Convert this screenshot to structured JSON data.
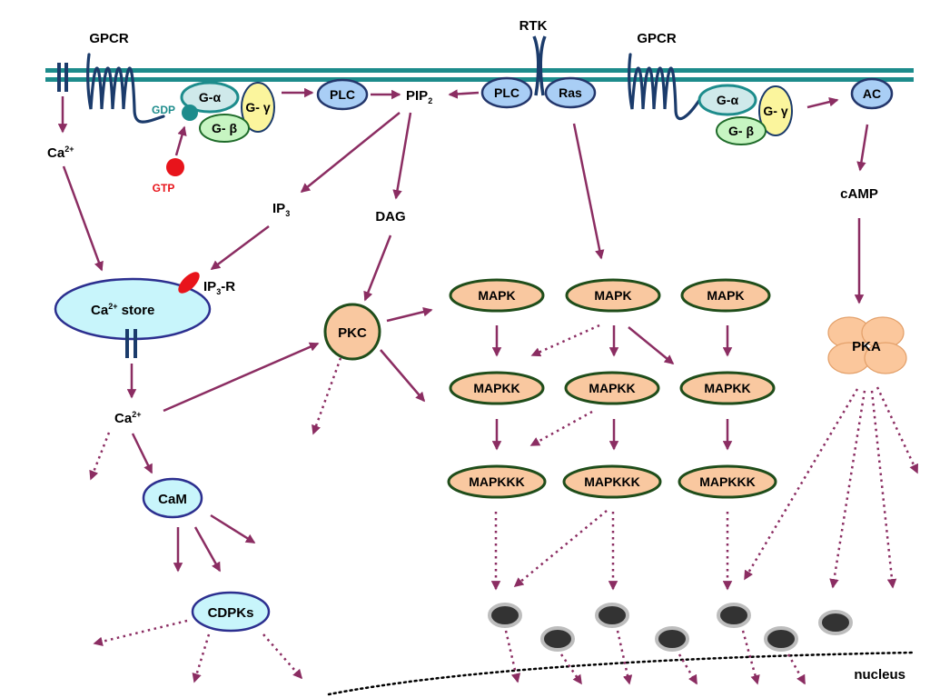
{
  "labels": {
    "gpcr_left": "GPCR",
    "gpcr_right": "GPCR",
    "rtk": "RTK",
    "gdp": "GDP",
    "gtp": "GTP",
    "g_alpha": "G-α",
    "g_beta": "G- β",
    "g_gamma": "G- γ",
    "plc": "PLC",
    "ras": "Ras",
    "ac": "AC",
    "pip2_base": "PIP",
    "pip2_sub": "2",
    "ca_base": "Ca",
    "ca_sup": "2+",
    "ip3_base": "IP",
    "ip3_sub": "3",
    "ip3r_suffix": "-R",
    "dag": "DAG",
    "store_suffix": " store",
    "camp": "cAMP",
    "pkc": "PKC",
    "pka": "PKA",
    "cam": "CaM",
    "cdpks": "CDPKs",
    "mapk": "MAPK",
    "mapkk": "MAPKK",
    "mapkkk": "MAPKKK",
    "nucleus": "nucleus"
  },
  "colors": {
    "membrane": "#1d8c8c",
    "arrow": "#8b2d62",
    "gdp": "#1d8c8c",
    "gtp": "#e8141b",
    "ip3r": "#e8141b",
    "g_alpha_fill": "#cfe9ea",
    "g_beta_fill": "#c7f5c2",
    "g_gamma_fill": "#fbf59d",
    "kinase_fill": "#f9c8a0",
    "pka_fill": "#fbc79c",
    "receptor": "#1b3b6b",
    "target_gray": "#bdbdbd",
    "target_dark": "#333333"
  }
}
